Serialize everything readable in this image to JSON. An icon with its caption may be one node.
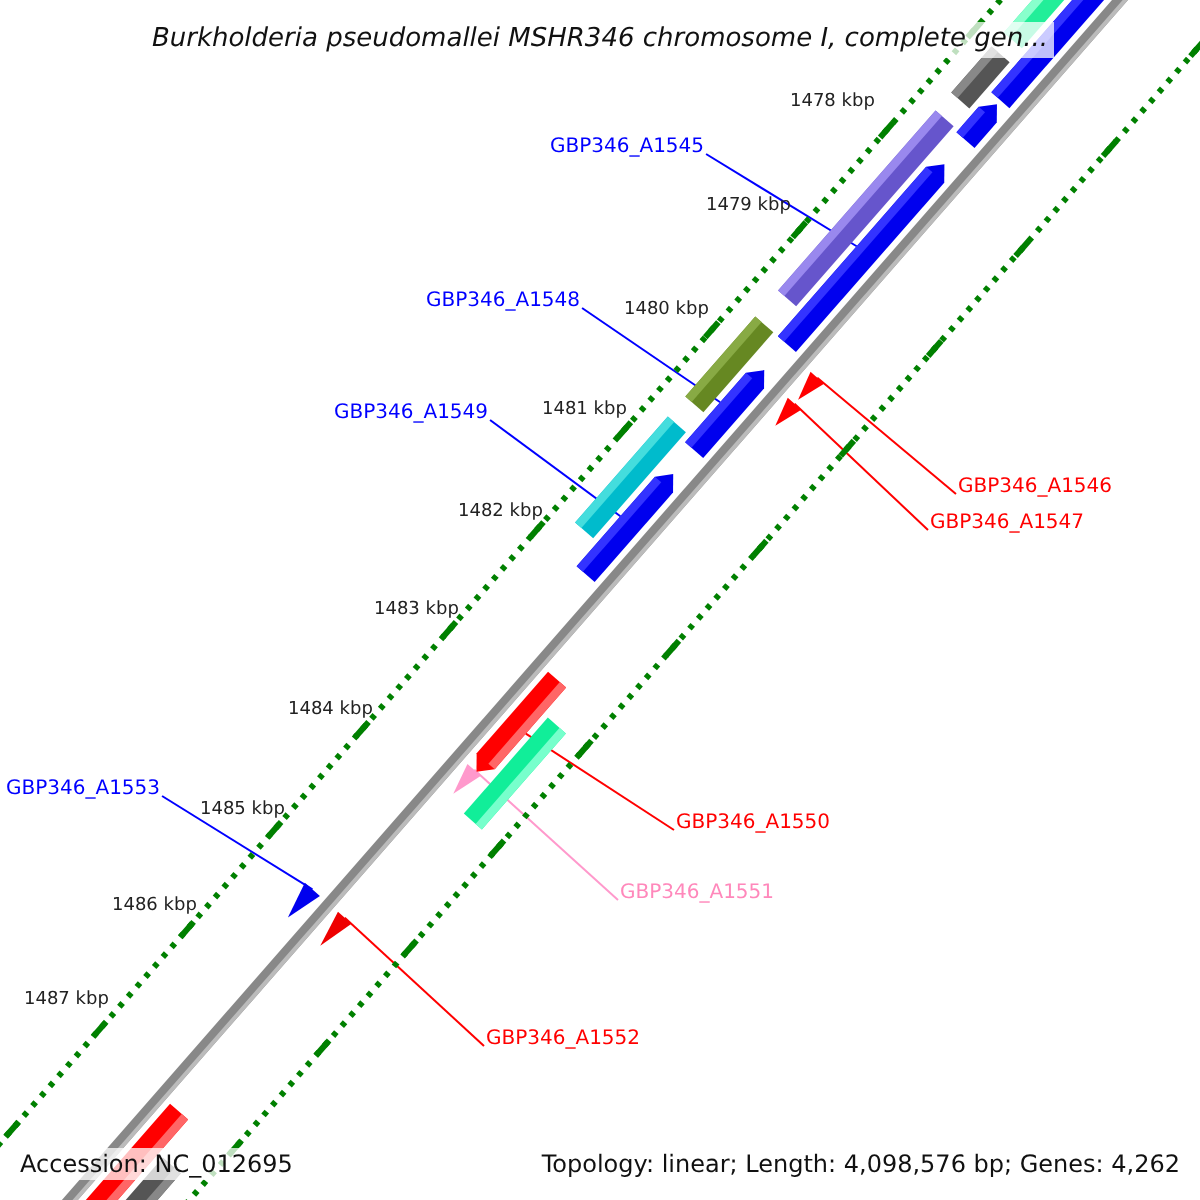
{
  "diagram": {
    "title": "Burkholderia pseudomallei MSHR346 chromosome I, complete gen...",
    "nodes": [
      {
        "text": [
          "GBP346_A1545"
        ]
      },
      {
        "text": [],
        "shape": "arrow"
      },
      {
        "text": [
          "GBP346_A1548"
        ]
      },
      {
        "text": [],
        "shape": "arrow"
      },
      {
        "text": [
          "GBP346_A1549"
        ]
      },
      {
        "text": [],
        "shape": "arrow"
      },
      {
        "text": [
          "GBP346_A1546"
        ]
      },
      {
        "text": [],
        "shape": "triangle"
      },
      {
        "text": [
          "GBP346_A1547"
        ]
      },
      {
        "text": [],
        "shape": "triangle"
      },
      {
        "text": [
          "GBP346_A1550"
        ]
      },
      {
        "text": [],
        "shape": "arrow"
      },
      {
        "text": [
          "GBP346_A1553"
        ]
      },
      {
        "text": [],
        "shape": "triangle"
      },
      {
        "text": [
          "GBP346_A1551"
        ]
      },
      {
        "text": [],
        "shape": "triangle"
      },
      {
        "text": [
          "GBP346_A1552"
        ]
      },
      {
        "text": [],
        "shape": "triangle"
      }
    ],
    "edges": [
      {
        "from": 0,
        "to": 1,
        "arrow": "none",
        "color": "#0000ff"
      },
      {
        "from": 2,
        "to": 3,
        "arrow": "none",
        "color": "#0000ff"
      },
      {
        "from": 4,
        "to": 5,
        "arrow": "none",
        "color": "#0000ff"
      },
      {
        "from": 6,
        "to": 7,
        "arrow": "none",
        "color": "#ff0000"
      },
      {
        "from": 8,
        "to": 9,
        "arrow": "none",
        "color": "#ff0000"
      },
      {
        "from": 10,
        "to": 11,
        "arrow": "none",
        "color": "#ff0000"
      },
      {
        "from": 12,
        "to": 13,
        "arrow": "none",
        "color": "#0000ff"
      },
      {
        "from": 14,
        "to": 15,
        "arrow": "none",
        "color": "#ff99cc"
      },
      {
        "from": 16,
        "to": 17,
        "arrow": "none",
        "color": "#ff0000"
      }
    ],
    "labels": [
      "1478 kbp",
      "1479 kbp",
      "1480 kbp",
      "1481 kbp",
      "1482 kbp",
      "1483 kbp",
      "1484 kbp",
      "1485 kbp",
      "1486 kbp",
      "1487 kbp",
      "Accession: NC_012695",
      "Topology: linear; Length: 4,098,576 bp; Genes: 4,262"
    ]
  }
}
